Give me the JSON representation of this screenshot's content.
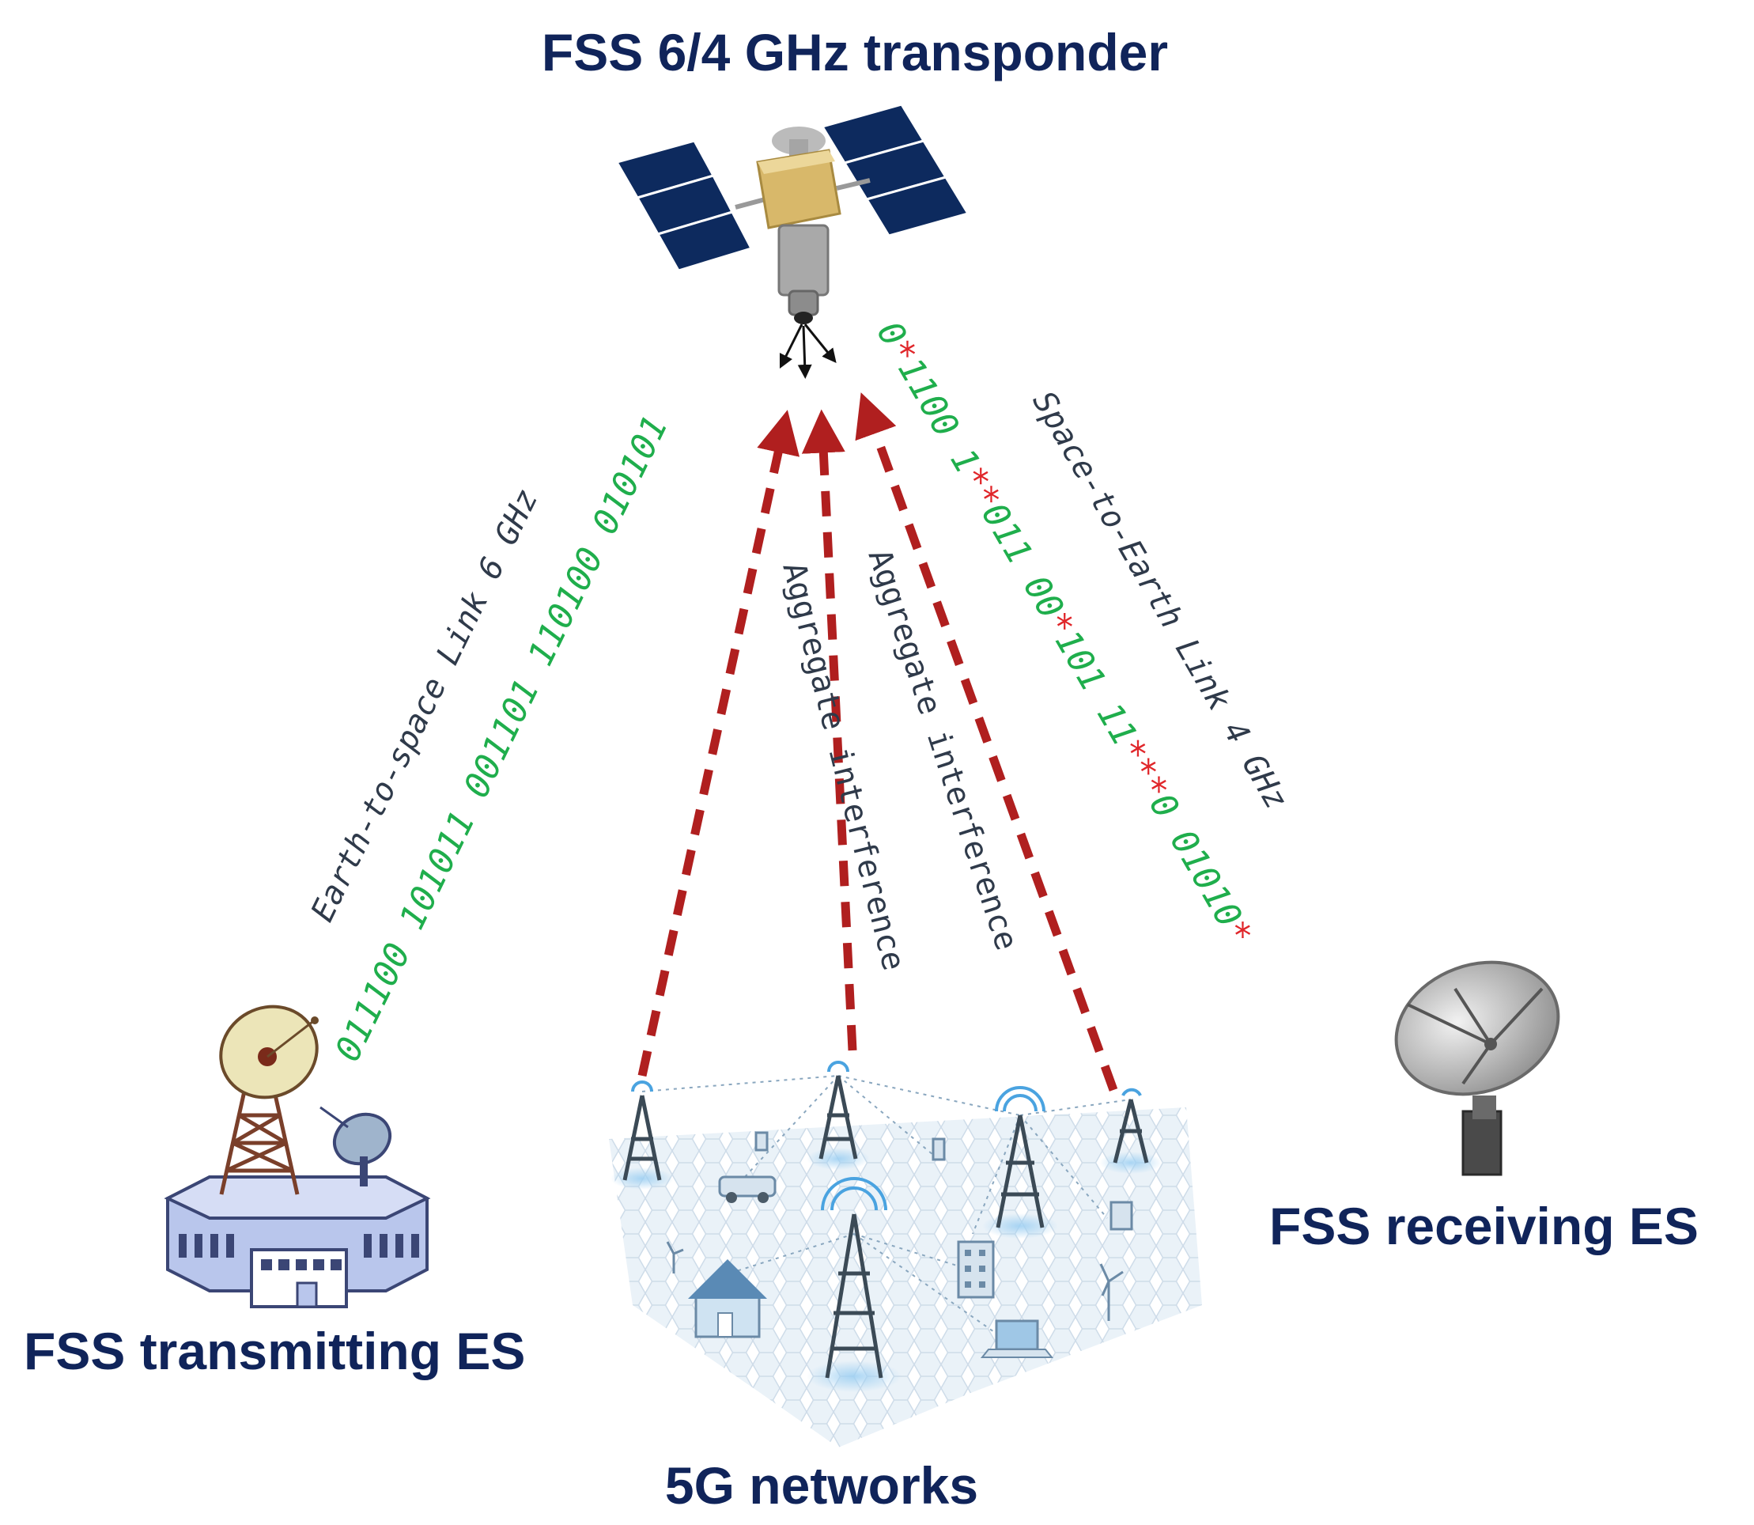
{
  "titles": {
    "satellite": "FSS 6/4 GHz transponder",
    "transmitting_es": "FSS transmitting ES",
    "receiving_es": "FSS receiving ES",
    "networks_5g": "5G networks"
  },
  "uplink": {
    "label": "Earth-to-space Link 6 GHz",
    "bits": "011100 101011 001101 110100 010101"
  },
  "downlink": {
    "label": "Space-to-Earth Link 4 GHz",
    "bits": "0*1100 1**011 00*101 11***0 01010*"
  },
  "interference": {
    "left_label": "Aggregate interference",
    "right_label": "Aggregate interference"
  },
  "colors": {
    "title": "#10245a",
    "bits_ok": "#1fae4c",
    "bits_error": "#e0262a",
    "interference_arrow": "#b01f1f",
    "link_label": "#2f3a4a",
    "solar_panel": "#0d2a5e",
    "satellite_body": "#d8b86a"
  }
}
